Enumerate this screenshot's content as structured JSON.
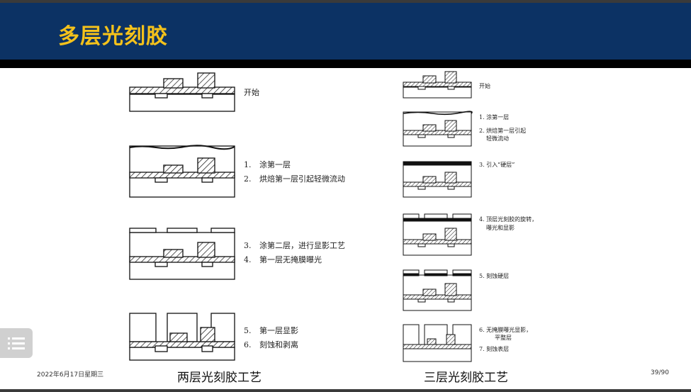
{
  "header": {
    "title": "多层光刻胶"
  },
  "two_layer": {
    "caption": "两层光刻胶工艺",
    "steps": [
      {
        "text": "开始"
      },
      {
        "n1": "1.",
        "t1": "涂第一层",
        "n2": "2.",
        "t2": "烘焙第一层引起轻微流动"
      },
      {
        "n1": "3.",
        "t1": "涂第二层，进行显影工艺",
        "n2": "4.",
        "t2": "第一层无掩膜曝光"
      },
      {
        "n1": "5.",
        "t1": "第一层显影",
        "n2": "6.",
        "t2": "刻蚀和剥离"
      }
    ]
  },
  "three_layer": {
    "caption": "三层光刻胶工艺",
    "steps": [
      {
        "text": "开始"
      },
      {
        "t1": "1.  涂第一层",
        "t2": "2.  烘焙第一层引起",
        "t3": "轻微流动"
      },
      {
        "t1": "3.  引入“硬层”"
      },
      {
        "t1": "4.  顶层光刻胶的旋转，",
        "t2": "曝光和显影"
      },
      {
        "t1": "5.  刻蚀硬层"
      },
      {
        "t1": "6.  无掩膜曝光显影，",
        "t2": "平整层",
        "t3": "7.  刻蚀表层"
      }
    ]
  },
  "footer": {
    "date": "2022年6月17日星期三",
    "page": "39/90"
  },
  "icons": {
    "menu": "menu-lines-icon"
  }
}
